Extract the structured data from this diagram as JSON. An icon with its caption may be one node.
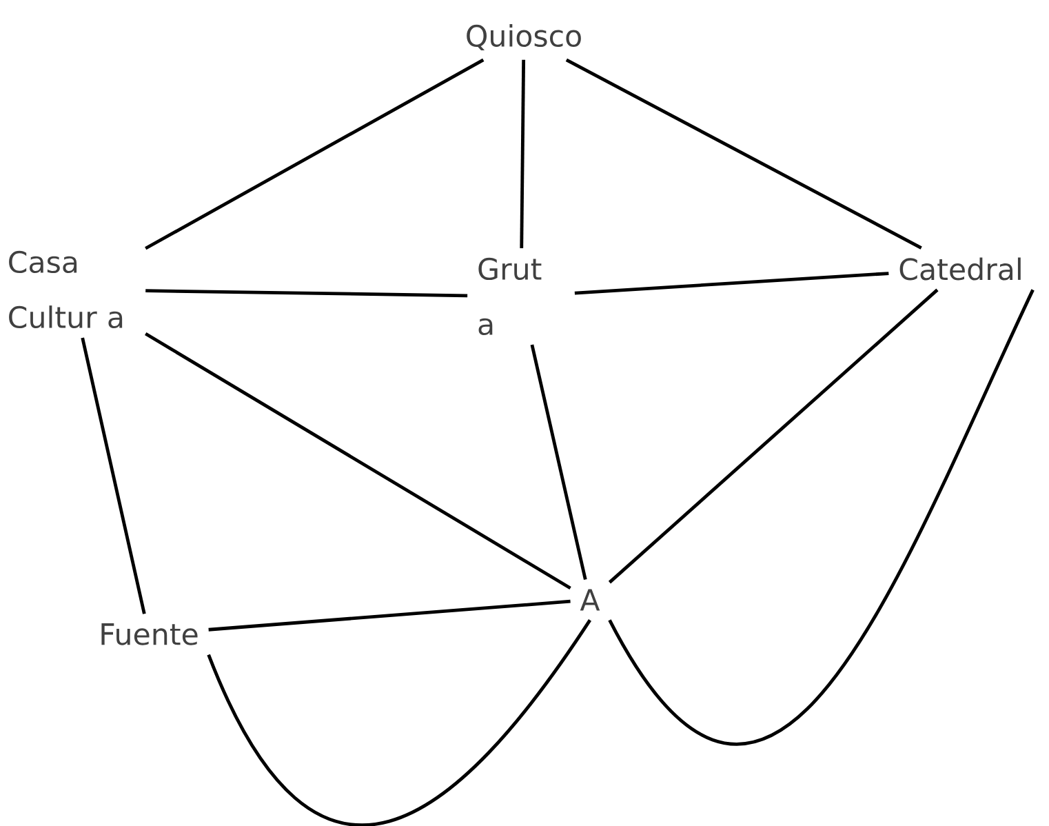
{
  "diagram": {
    "nodes": [
      {
        "text": [
          "Quiosco"
        ]
      },
      {
        "text": [
          "Casa Cultur a"
        ]
      },
      {
        "text": [
          "Grut a"
        ]
      },
      {
        "text": [
          "Catedral"
        ]
      },
      {
        "text": [
          "A"
        ]
      },
      {
        "text": [
          "Fuente"
        ]
      }
    ],
    "edges": [
      {
        "from": 0,
        "to": 1,
        "arrow": "none"
      },
      {
        "from": 0,
        "to": 2,
        "arrow": "none"
      },
      {
        "from": 0,
        "to": 3,
        "arrow": "none"
      },
      {
        "from": 1,
        "to": 2,
        "arrow": "none"
      },
      {
        "from": 2,
        "to": 3,
        "arrow": "none"
      },
      {
        "from": 1,
        "to": 4,
        "arrow": "none"
      },
      {
        "from": 1,
        "to": 5,
        "arrow": "none"
      },
      {
        "from": 2,
        "to": 4,
        "arrow": "none"
      },
      {
        "from": 3,
        "to": 4,
        "arrow": "none"
      },
      {
        "from": 5,
        "to": 4,
        "arrow": "none"
      },
      {
        "from": 5,
        "to": 4,
        "arrow": "none"
      },
      {
        "from": 4,
        "to": 3,
        "arrow": "none"
      }
    ]
  }
}
